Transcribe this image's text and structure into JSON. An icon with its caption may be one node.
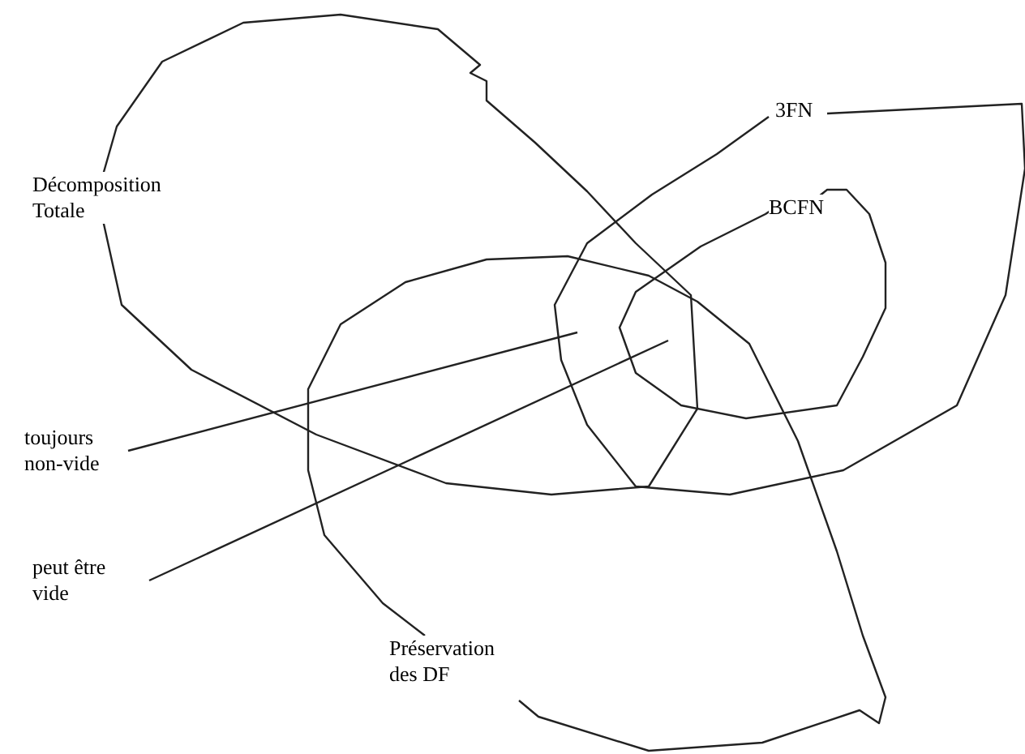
{
  "diagram": {
    "nodes": [
      {
        "text": [
          "Décomposition Totale"
        ]
      },
      {
        "text": [
          "3FN"
        ]
      },
      {
        "text": [
          "BCFN"
        ],
        "in": 1
      },
      {
        "text": [
          "Préservation des DF"
        ]
      },
      {
        "text": [
          "toujours non-vide"
        ]
      },
      {
        "text": [
          "peut être vide"
        ]
      }
    ],
    "edges": [
      {
        "from": 4,
        "to": 1,
        "arrow": "none"
      },
      {
        "from": 5,
        "to": 2,
        "arrow": "none"
      }
    ]
  }
}
